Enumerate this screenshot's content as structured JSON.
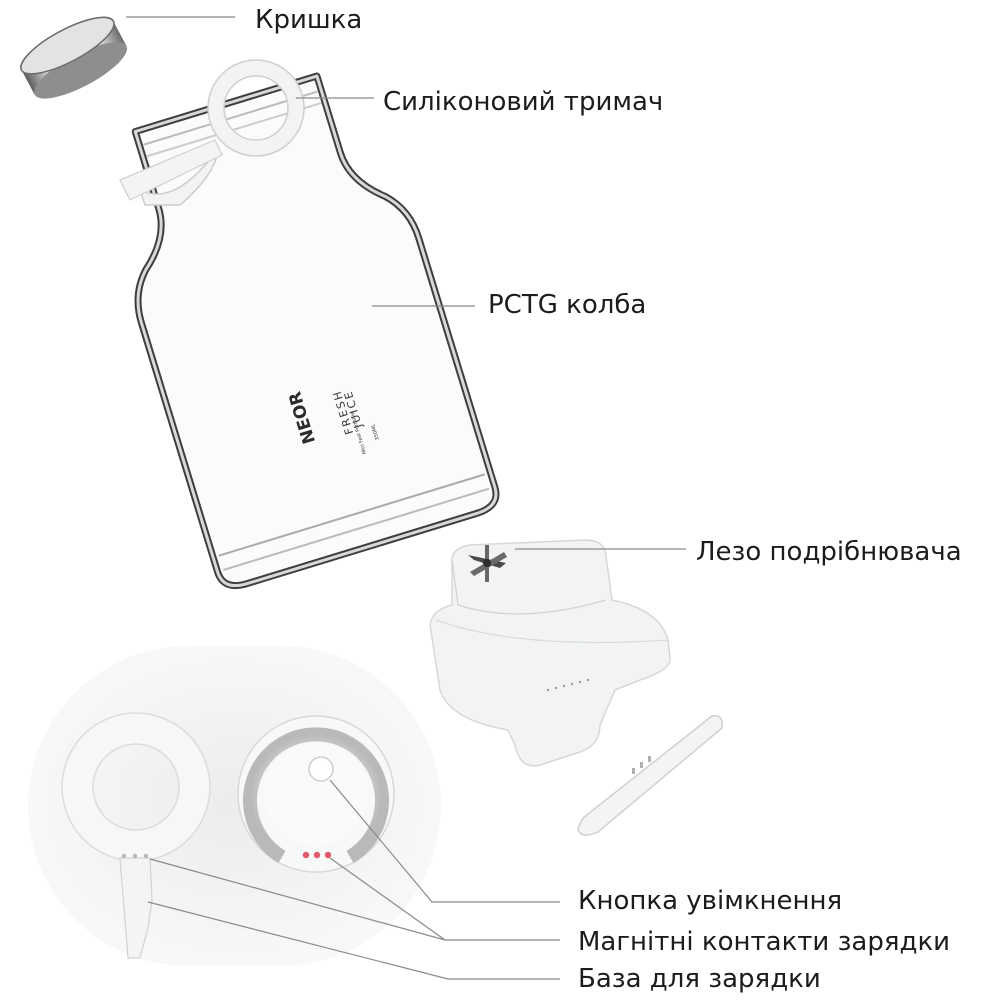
{
  "labels": {
    "lid": "Кришка",
    "holder": "Силіконовий тримач",
    "flask": "PCTG колба",
    "blade": "Лезо подрібнювача",
    "power_button": "Кнопка увімкнення",
    "contacts": "Магнітні контакти зарядки",
    "charging_base": "База для зарядки"
  },
  "bottle_print": {
    "logo": "NEOR",
    "line1": "FRESH",
    "line2": "JUICE",
    "line3": "Mini Fast Portable",
    "line4": "350ML"
  },
  "colors": {
    "line": "#8a8a8a",
    "outline": "#555555",
    "white_part": "#f4f5f5",
    "contact_red": "#e05a6a"
  }
}
